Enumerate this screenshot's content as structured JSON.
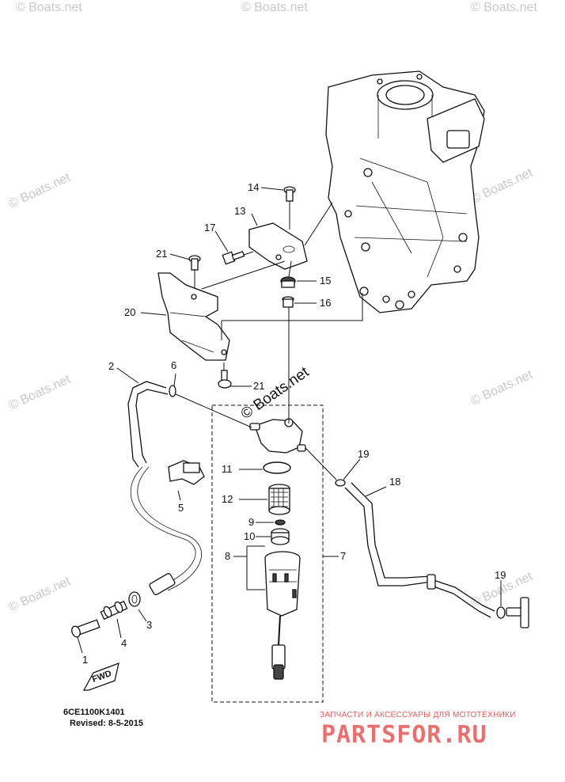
{
  "watermark": {
    "text": "© Boats.net",
    "center_text": "© Boats.net"
  },
  "callouts": [
    "1",
    "2",
    "3",
    "4",
    "5",
    "6",
    "7",
    "8",
    "9",
    "10",
    "11",
    "12",
    "13",
    "14",
    "15",
    "16",
    "17",
    "18",
    "19",
    "19",
    "20",
    "21",
    "21"
  ],
  "labels": {
    "fwd": "FWD",
    "diagram_code": "6CE1100K1401",
    "revised": "Revised: 8-5-2015"
  },
  "shop": {
    "tagline": "ЗАПЧАСТИ И АКСЕССУАРЫ ДЛЯ МОТОТЕХНИКИ",
    "logo": "PARTSFOR.RU"
  }
}
